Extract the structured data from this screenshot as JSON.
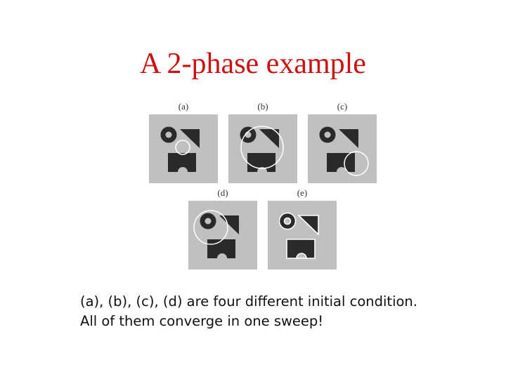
{
  "slide": {
    "title": "A 2-phase example",
    "body_lines": [
      "(a), (b), (c), (d) are four different initial condition.",
      "All of them converge in one sweep!"
    ]
  },
  "figures": {
    "background_color": "#c0c0c0",
    "shape_color": "#2a2a2a",
    "contour_color": "#ffffff",
    "panels": [
      {
        "label": "(a)"
      },
      {
        "label": "(b)"
      },
      {
        "label": "(c)"
      },
      {
        "label": "(d)"
      },
      {
        "label": "(e)"
      }
    ]
  }
}
